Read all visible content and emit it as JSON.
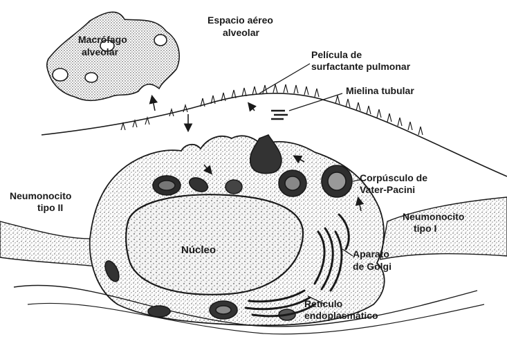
{
  "labels": {
    "espacio_line1": "Espacio aéreo",
    "espacio_line2": "alveolar",
    "macrofago_line1": "Macrófago",
    "macrofago_line2": "alveolar",
    "pelicula_line1": "Película de",
    "pelicula_line2": "surfactante pulmonar",
    "mielina": "Mielina tubular",
    "corpusculo_line1": "Corpúsculo de",
    "corpusculo_line2": "Vater-Pacini",
    "neumo2_line1": "Neumonocito",
    "neumo2_line2": "tipo II",
    "neumo1_line1": "Neumonocito",
    "neumo1_line2": "tipo I",
    "nucleo": "Núcleo",
    "golgi_line1": "Aparato",
    "golgi_line2": "de Golgi",
    "reticulo_line1": "Retículo",
    "reticulo_line2": "endoplasmático"
  },
  "colors": {
    "ink": "#1a1a1a",
    "stipple": "#555555",
    "paper": "#ffffff"
  }
}
